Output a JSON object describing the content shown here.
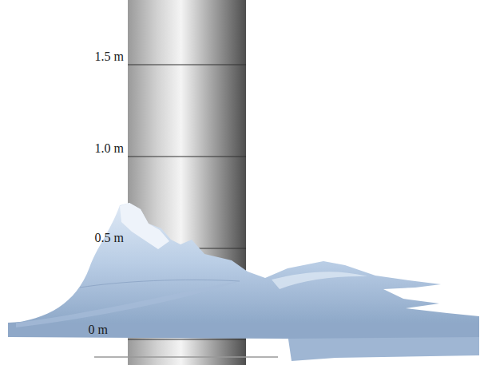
{
  "diagram": {
    "labels": [
      "1.5 m",
      "1.0 m",
      "0.5 m",
      "0 m"
    ]
  }
}
